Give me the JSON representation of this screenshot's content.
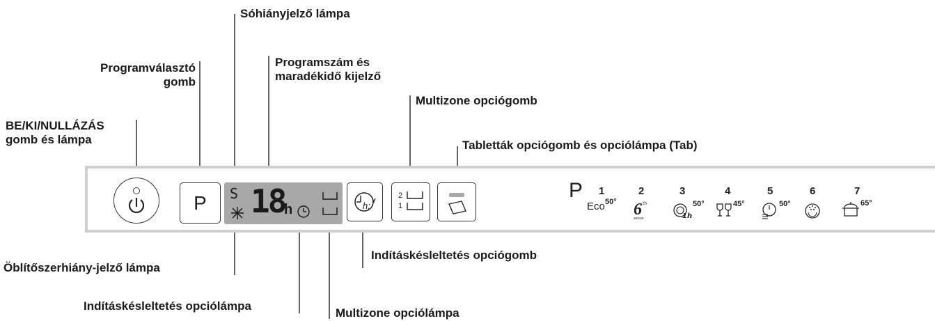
{
  "labels": {
    "power": [
      "BE/KI/NULLÁZÁS",
      "gomb és lámpa"
    ],
    "program_selector": [
      "Programválasztó",
      "gomb"
    ],
    "salt_lamp": "Sóhiányjelző lámpa",
    "program_display": [
      "Programszám és",
      "maradékidő kijelző"
    ],
    "multizone_button": "Multizone opciógomb",
    "tablets": "Tabletták opciógomb és opciólámpa (Tab)",
    "rinse_aid_lamp": "Öblítőszerhiány-jelző lámpa",
    "delay_lamp": "Indításkésleltetés opciólámpa",
    "delay_button": "Indításkésleltetés opciógomb",
    "multizone_lamp": "Multizone opciólámpa"
  },
  "panel": {
    "p_button": "P",
    "display_digits": "18",
    "display_h": "h",
    "salt_symbol": "S",
    "delay_button_text": "h:",
    "multizone_levels": [
      "2",
      "1"
    ],
    "program_header": "P",
    "programs": [
      {
        "num": "1",
        "symbol": "Eco",
        "temp": "50°"
      },
      {
        "num": "2",
        "symbol": "6th sense",
        "temp": ""
      },
      {
        "num": "3",
        "symbol": "1h",
        "temp": "50°"
      },
      {
        "num": "4",
        "symbol": "glasses",
        "temp": "45°"
      },
      {
        "num": "5",
        "symbol": "plate",
        "temp": "50°"
      },
      {
        "num": "6",
        "symbol": "soak",
        "temp": ""
      },
      {
        "num": "7",
        "symbol": "pot",
        "temp": "65°"
      }
    ]
  }
}
